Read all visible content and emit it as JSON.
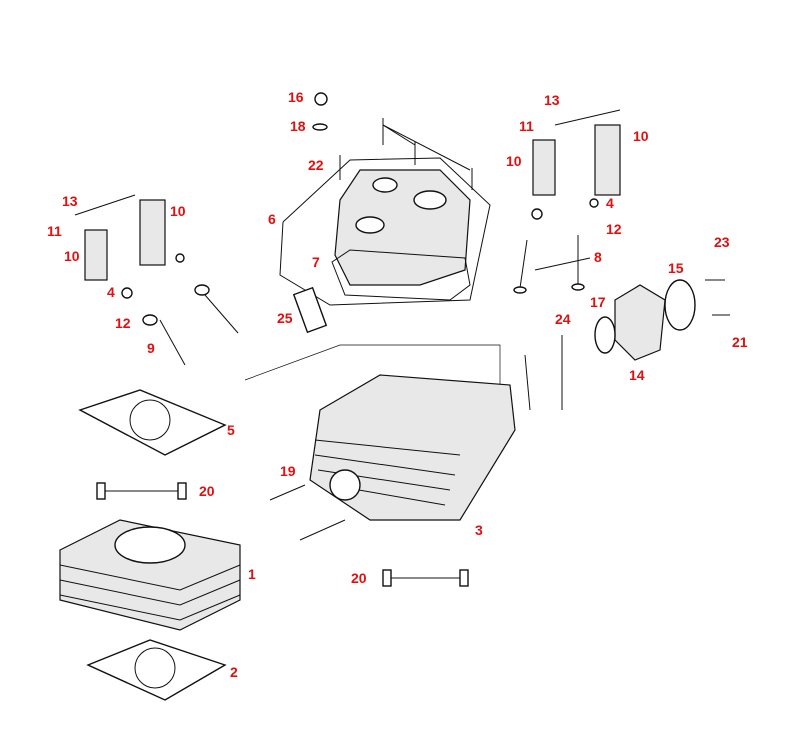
{
  "labels": [
    "16",
    "18",
    "22",
    "6",
    "7",
    "25",
    "13",
    "11",
    "10",
    "10",
    "4",
    "12",
    "8",
    "23",
    "15",
    "17",
    "21",
    "14",
    "24",
    "13",
    "10",
    "11",
    "10",
    "4",
    "12",
    "9",
    "5",
    "19",
    "20",
    "3",
    "1",
    "20",
    "2"
  ],
  "colors": {
    "label": "#e01010",
    "line": "#111111"
  }
}
